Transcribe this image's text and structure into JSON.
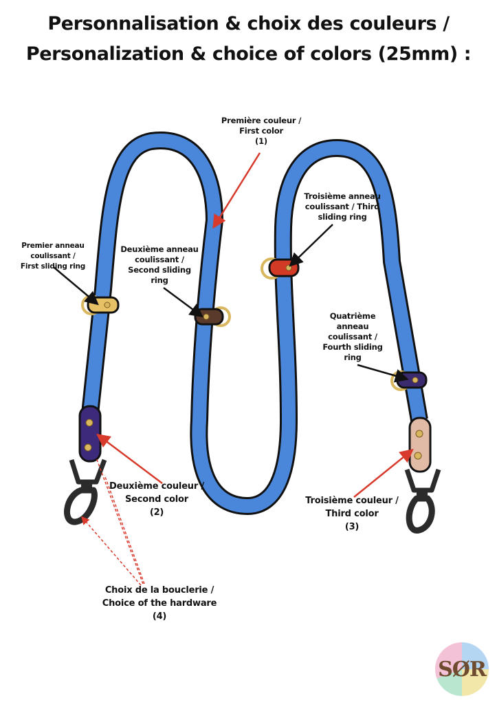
{
  "title": {
    "line1": "Personnalisation & choix des couleurs /",
    "line2": "Personalization & choice of colors (25mm) :"
  },
  "labels": {
    "first_color": [
      "Première couleur /",
      "First color",
      "(1)"
    ],
    "first_ring": [
      "Premier anneau coulissant /",
      "First sliding ring"
    ],
    "second_ring": [
      "Deuxième anneau",
      "coulissant /",
      "Second sliding",
      "ring"
    ],
    "third_ring": [
      "Troisième anneau",
      "coulissant / Third",
      "sliding ring"
    ],
    "fourth_ring": [
      "Quatrième",
      "anneau",
      "coulissant /",
      "Fourth sliding",
      "ring"
    ],
    "second_color": [
      "Deuxième couleur /",
      "Second color",
      "(2)"
    ],
    "third_color": [
      "Troisième couleur /",
      "Third color",
      "(3)"
    ],
    "hardware": [
      "Choix de la bouclerie /",
      "Choice of the hardware",
      "(4)"
    ]
  },
  "logo": {
    "text": "SØR"
  },
  "colors": {
    "strap": "#4a86d9",
    "ring1_tab": "#e6c166",
    "ring2_tab": "#5a3a2a",
    "ring3_tab": "#d23a26",
    "ring4_tab": "#3b2a6e",
    "end_left": "#3d2a7a",
    "end_right": "#e2bba6",
    "arrow_red": "#d83a2c",
    "hardware": "#2b2b2b",
    "gold": "#d9b75e"
  }
}
